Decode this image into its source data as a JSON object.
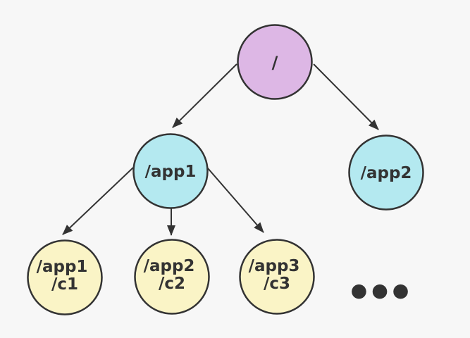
{
  "diagram": {
    "type": "tree",
    "colors": {
      "background": "#f7f7f7",
      "node_stroke": "#333333",
      "text": "#333333",
      "arrow": "#333333",
      "root_fill": "#ddb7e5",
      "app_fill": "#b4e9f0",
      "child_fill": "#faf4c6",
      "ellipsis": "#333333"
    },
    "nodes": [
      {
        "id": "root",
        "label": "/",
        "level": 0,
        "fill": "#ddb7e5"
      },
      {
        "id": "app1",
        "label": "/app1",
        "level": 1,
        "fill": "#b4e9f0"
      },
      {
        "id": "app2",
        "label": "/app2",
        "level": 1,
        "fill": "#b4e9f0"
      },
      {
        "id": "c1",
        "lines": [
          "/app1",
          "/c1"
        ],
        "level": 2,
        "fill": "#faf4c6"
      },
      {
        "id": "c2",
        "lines": [
          "/app2",
          "/c2"
        ],
        "level": 2,
        "fill": "#faf4c6"
      },
      {
        "id": "c3",
        "lines": [
          "/app3",
          "/c3"
        ],
        "level": 2,
        "fill": "#faf4c6"
      }
    ],
    "edges": [
      {
        "from": "root",
        "to": "app1"
      },
      {
        "from": "root",
        "to": "app2"
      },
      {
        "from": "app1",
        "to": "c1"
      },
      {
        "from": "app1",
        "to": "c2"
      },
      {
        "from": "app1",
        "to": "c3"
      }
    ],
    "ellipsis": "●●●"
  }
}
